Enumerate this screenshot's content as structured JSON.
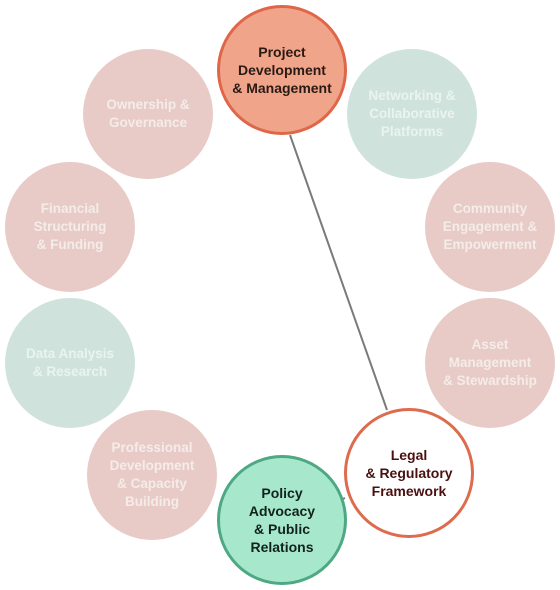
{
  "nodes": {
    "project": "Project\nDevelopment\n& Management",
    "networking": "Networking &\nCollaborative\nPlatforms",
    "community": "Community\nEngagement &\nEmpowerment",
    "asset": "Asset\nManagement\n& Stewardship",
    "legal": "Legal\n& Regulatory\nFramework",
    "policy": "Policy\nAdvocacy\n& Public\nRelations",
    "professional": "Professional\nDevelopment\n& Capacity\nBuilding",
    "data_analysis": "Data Analysis\n& Research",
    "financial": "Financial\nStructuring\n& Funding",
    "ownership": "Ownership &\nGovernance"
  },
  "colors": {
    "faded_pink": "#e8cbc7",
    "faded_green": "#cfe3dc",
    "highlight_orange": "#f0a48a",
    "highlight_green": "#a7e8cd",
    "accent_border": "#dd6b4c",
    "connector": "#7a7a7a"
  }
}
